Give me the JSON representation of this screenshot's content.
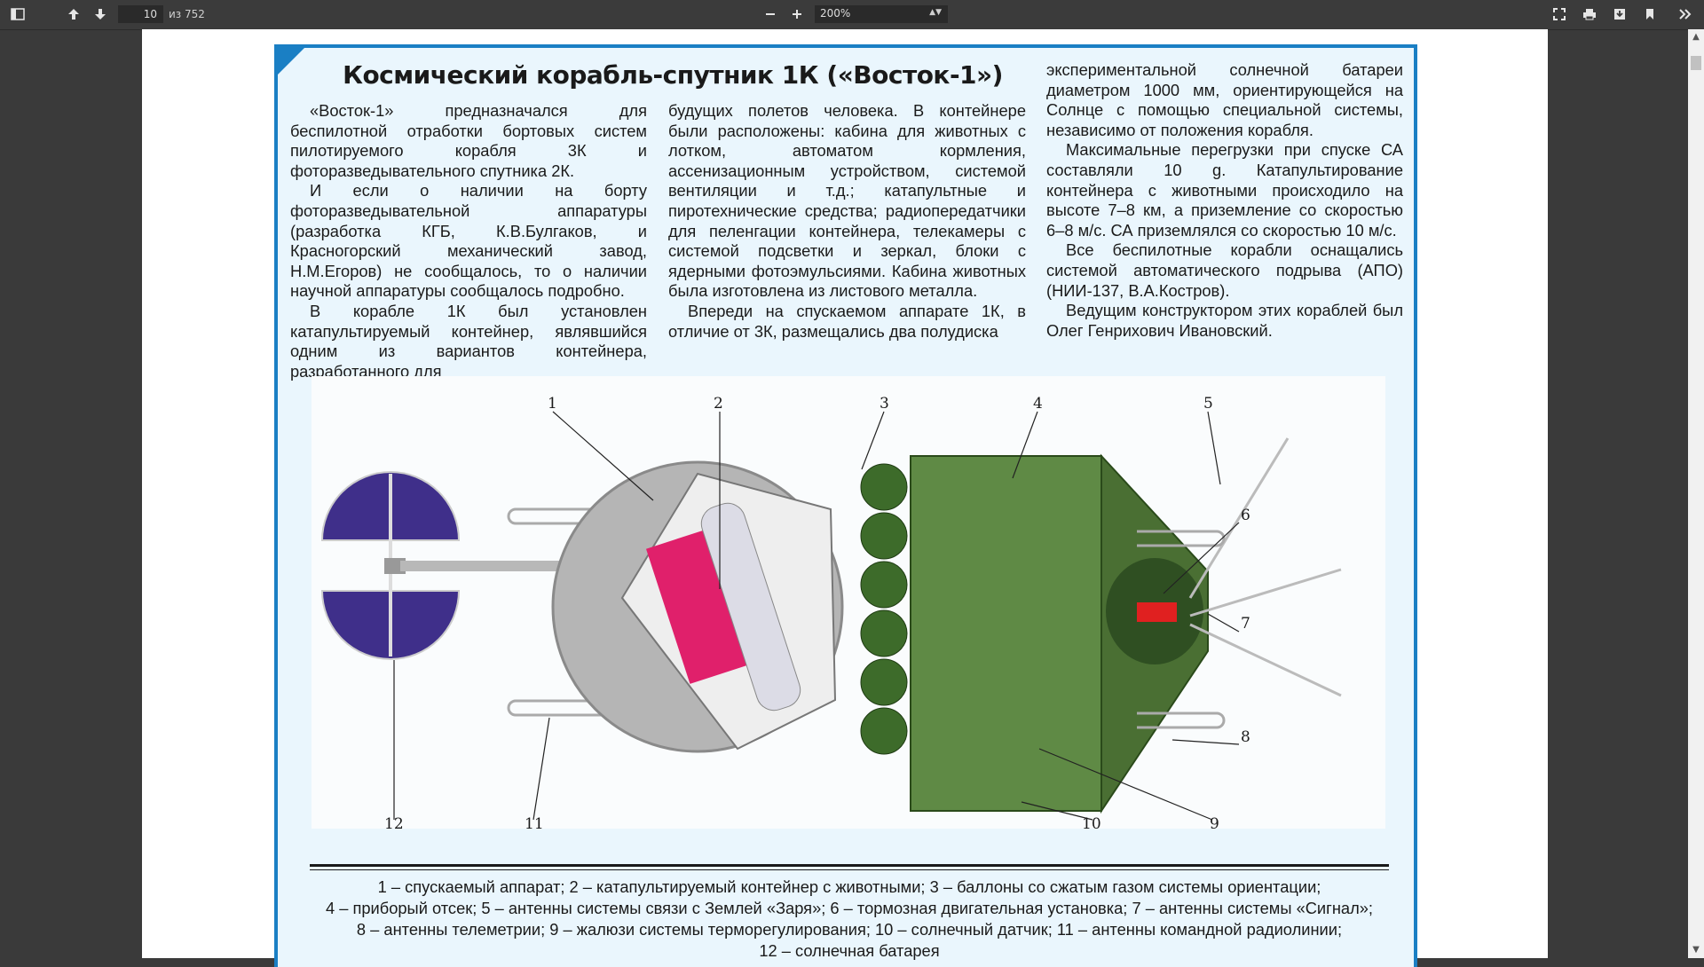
{
  "toolbar": {
    "current_page": "10",
    "page_total": "из 752",
    "zoom": "200%",
    "icons": [
      "sidebar-toggle-icon",
      "arrow-up-icon",
      "arrow-down-icon",
      "minus-icon",
      "plus-icon",
      "fullscreen-icon",
      "print-icon",
      "download-icon",
      "bookmark-icon",
      "more-icon"
    ]
  },
  "article": {
    "title": "Космический корабль-спутник 1К («Восток-1»)",
    "col1": [
      "«Восток-1» предназначался для беспилотной отработки бортовых систем пилотируемого корабля 3К и фоторазведывательного спутника 2К.",
      "И если о наличии на борту фоторазведывательной аппаратуры (разработка КГБ, К.В.Булгаков, и Красногорский механический завод, Н.М.Егоров) не сообщалось, то о наличии научной аппаратуры сообщалось подробно.",
      "В корабле 1К был установлен катапультируемый контейнер, являвшийся одним из вариантов контейнера, разработанного для"
    ],
    "col2": [
      "будущих полетов человека. В контейнере были расположены: кабина для животных с лотком, автоматом кормления, ассенизационным устройством, системой вентиляции и т.д.; катапультные и пиротехнические средства; радиопередатчики для пеленгации контейнера, телекамеры с системой подсветки и зеркал, блоки с ядерными фотоэмульсиями. Кабина животных была изготовлена из листового металла.",
      "Впереди на спускаемом аппарате 1К, в отличие от 3К, размещались два полудиска"
    ],
    "col3": [
      "экспериментальной солнечной батареи диаметром 1000 мм, ориентирующейся на Солнце с помощью специальной системы, независимо от положения корабля.",
      "Максимальные перегрузки при спуске СА составляли 10 g. Катапультирование контейнера с животными происходило на высоте 7–8 км, а приземление со скоростью 6–8 м/с. СА приземлялся со скоростью 10 м/с.",
      "Все беспилотные корабли оснащались системой автоматического подрыва (АПО) (НИИ-137, В.А.Костров).",
      "Ведущим конструктором этих кораблей был Олег Генрихович Ивановский."
    ],
    "figure_numbers": [
      "1",
      "2",
      "3",
      "4",
      "5",
      "6",
      "7",
      "8",
      "9",
      "10",
      "11",
      "12"
    ],
    "caption_lines": [
      "1 – спускаемый аппарат; 2 – катапультируемый контейнер с животными; 3 – баллоны со сжатым газом системы ориентации;",
      "4 – приборый отсек; 5 – антенны системы связи с Землей «Заря»; 6 – тормозная двигательная установка; 7 – антенны системы «Сигнал»;",
      "8 – антенны телеметрии; 9 – жалюзи системы терморегулирования; 10 – солнечный датчик; 11 – антенны командной радиолинии;",
      "12 – солнечная батарея"
    ]
  },
  "colors": {
    "frame": "#1a7fc4",
    "panel": "#eaf6fd",
    "module_green": "#4e7a35",
    "container_pink": "#e0206b",
    "solar_panel": "#3f2f8a"
  }
}
